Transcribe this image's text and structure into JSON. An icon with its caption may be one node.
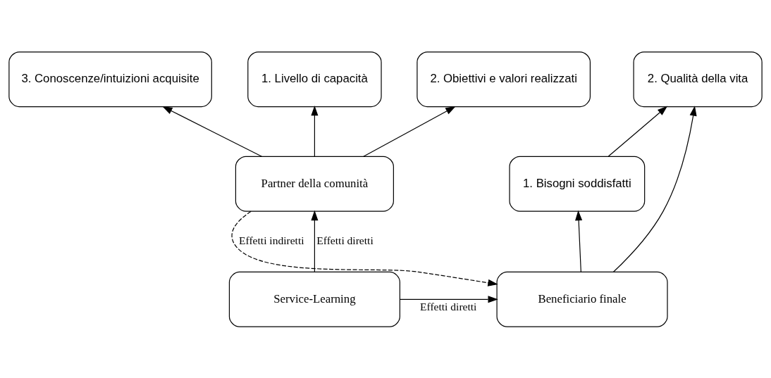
{
  "diagram": {
    "nodes": [
      {
        "text": [
          "Partner della comunità"
        ]
      },
      {
        "text": [
          "1. Livello di capacità"
        ]
      },
      {
        "text": [
          "2. Obiettivi e valori realizzati"
        ]
      },
      {
        "text": [
          "3. Conoscenze/intuizioni acquisite"
        ]
      },
      {
        "text": [
          "Service-Learning"
        ]
      },
      {
        "text": [
          "Beneficiario finale"
        ]
      },
      {
        "text": [
          "1. Bisogni soddisfatti"
        ]
      },
      {
        "text": [
          "2. Qualità della vita"
        ]
      }
    ],
    "edges": [
      {
        "from": 0,
        "to": 1,
        "arrow": "to"
      },
      {
        "from": 0,
        "to": 2,
        "arrow": "to"
      },
      {
        "from": 0,
        "to": 3,
        "arrow": "to"
      },
      {
        "from": 4,
        "to": 0,
        "arrow": "to",
        "label": "Effetti diretti"
      },
      {
        "from": 0,
        "to": 5,
        "arrow": "to",
        "label": "Effetti indiretti",
        "style": "dashed"
      },
      {
        "from": 5,
        "to": 6,
        "arrow": "to"
      },
      {
        "from": 6,
        "to": 7,
        "arrow": "to"
      },
      {
        "from": 5,
        "to": 7,
        "arrow": "to"
      },
      {
        "from": 4,
        "to": 5,
        "arrow": "to",
        "label": "Effetti diretti"
      }
    ]
  }
}
